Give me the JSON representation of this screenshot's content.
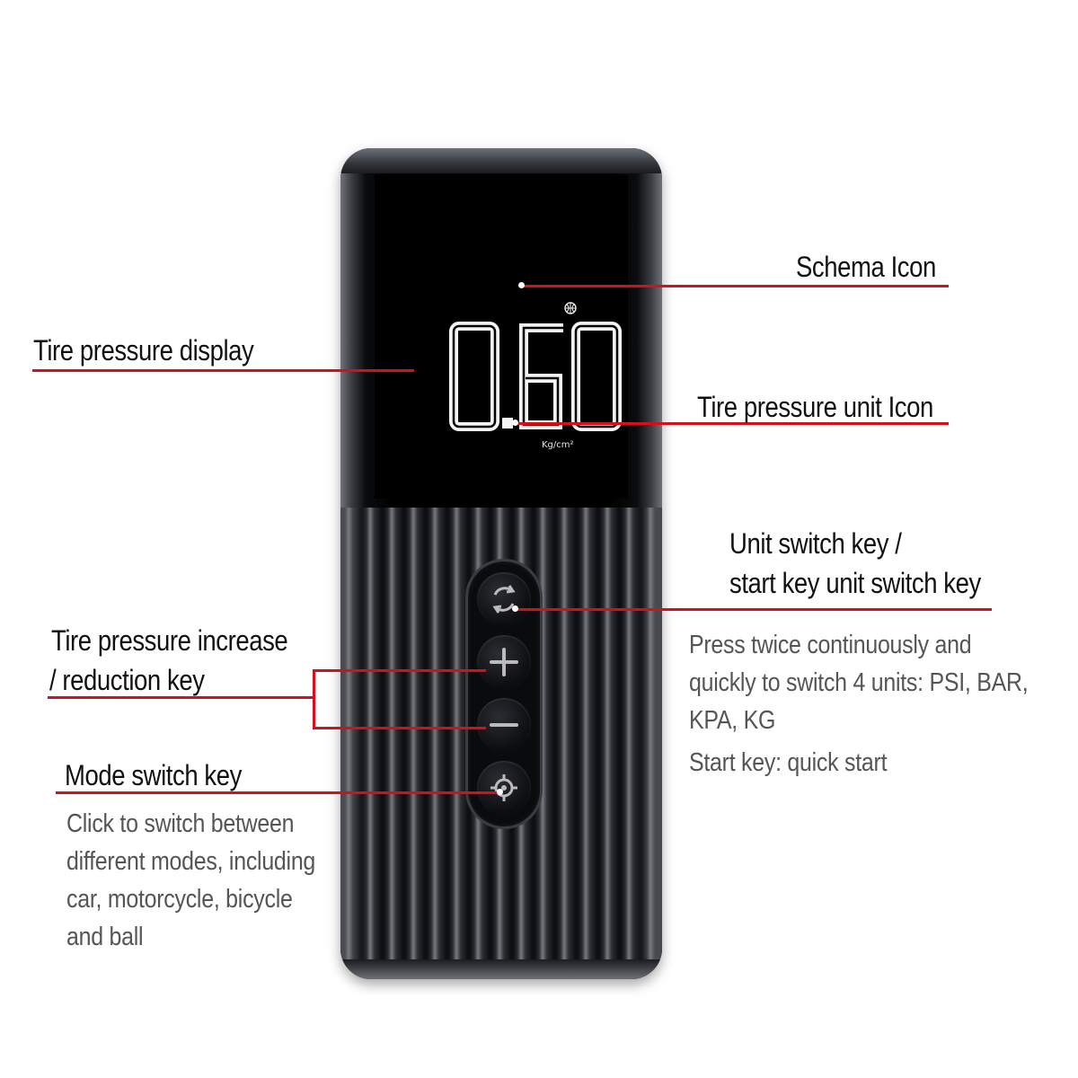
{
  "device": {
    "display_value": "0.60",
    "display_unit": "Kg/cm²",
    "keys": [
      {
        "name": "unit-switch",
        "icon": "refresh-icon"
      },
      {
        "name": "increase",
        "icon": "plus-icon"
      },
      {
        "name": "decrease",
        "icon": "minus-icon"
      },
      {
        "name": "mode-switch",
        "icon": "crosshair-icon"
      }
    ],
    "mode_icon": "basketball-icon"
  },
  "callouts": {
    "schema_icon": "Schema Icon",
    "tire_pressure_display": "Tire pressure display",
    "tire_pressure_unit_icon": "Tire pressure unit Icon",
    "unit_switch_key_line1": "Unit switch key /",
    "unit_switch_key_line2": "start key unit switch key",
    "unit_switch_desc_line1": "Press twice continuously and",
    "unit_switch_desc_line2": "quickly to switch 4 units: PSI, BAR,",
    "unit_switch_desc_line3": "KPA, KG",
    "unit_switch_desc_line4": "Start key: quick start",
    "increase_reduction_line1": "Tire pressure increase",
    "increase_reduction_line2": "/ reduction key",
    "mode_switch_key": "Mode switch key",
    "mode_switch_desc_line1": "Click to switch between",
    "mode_switch_desc_line2": "different modes, including",
    "mode_switch_desc_line3": "car, motorcycle, bicycle",
    "mode_switch_desc_line4": "and ball"
  },
  "colors": {
    "accent_line": "#d6101a",
    "label_text": "#111111",
    "desc_text": "#555555",
    "display_segments": "#f4f4f4"
  }
}
